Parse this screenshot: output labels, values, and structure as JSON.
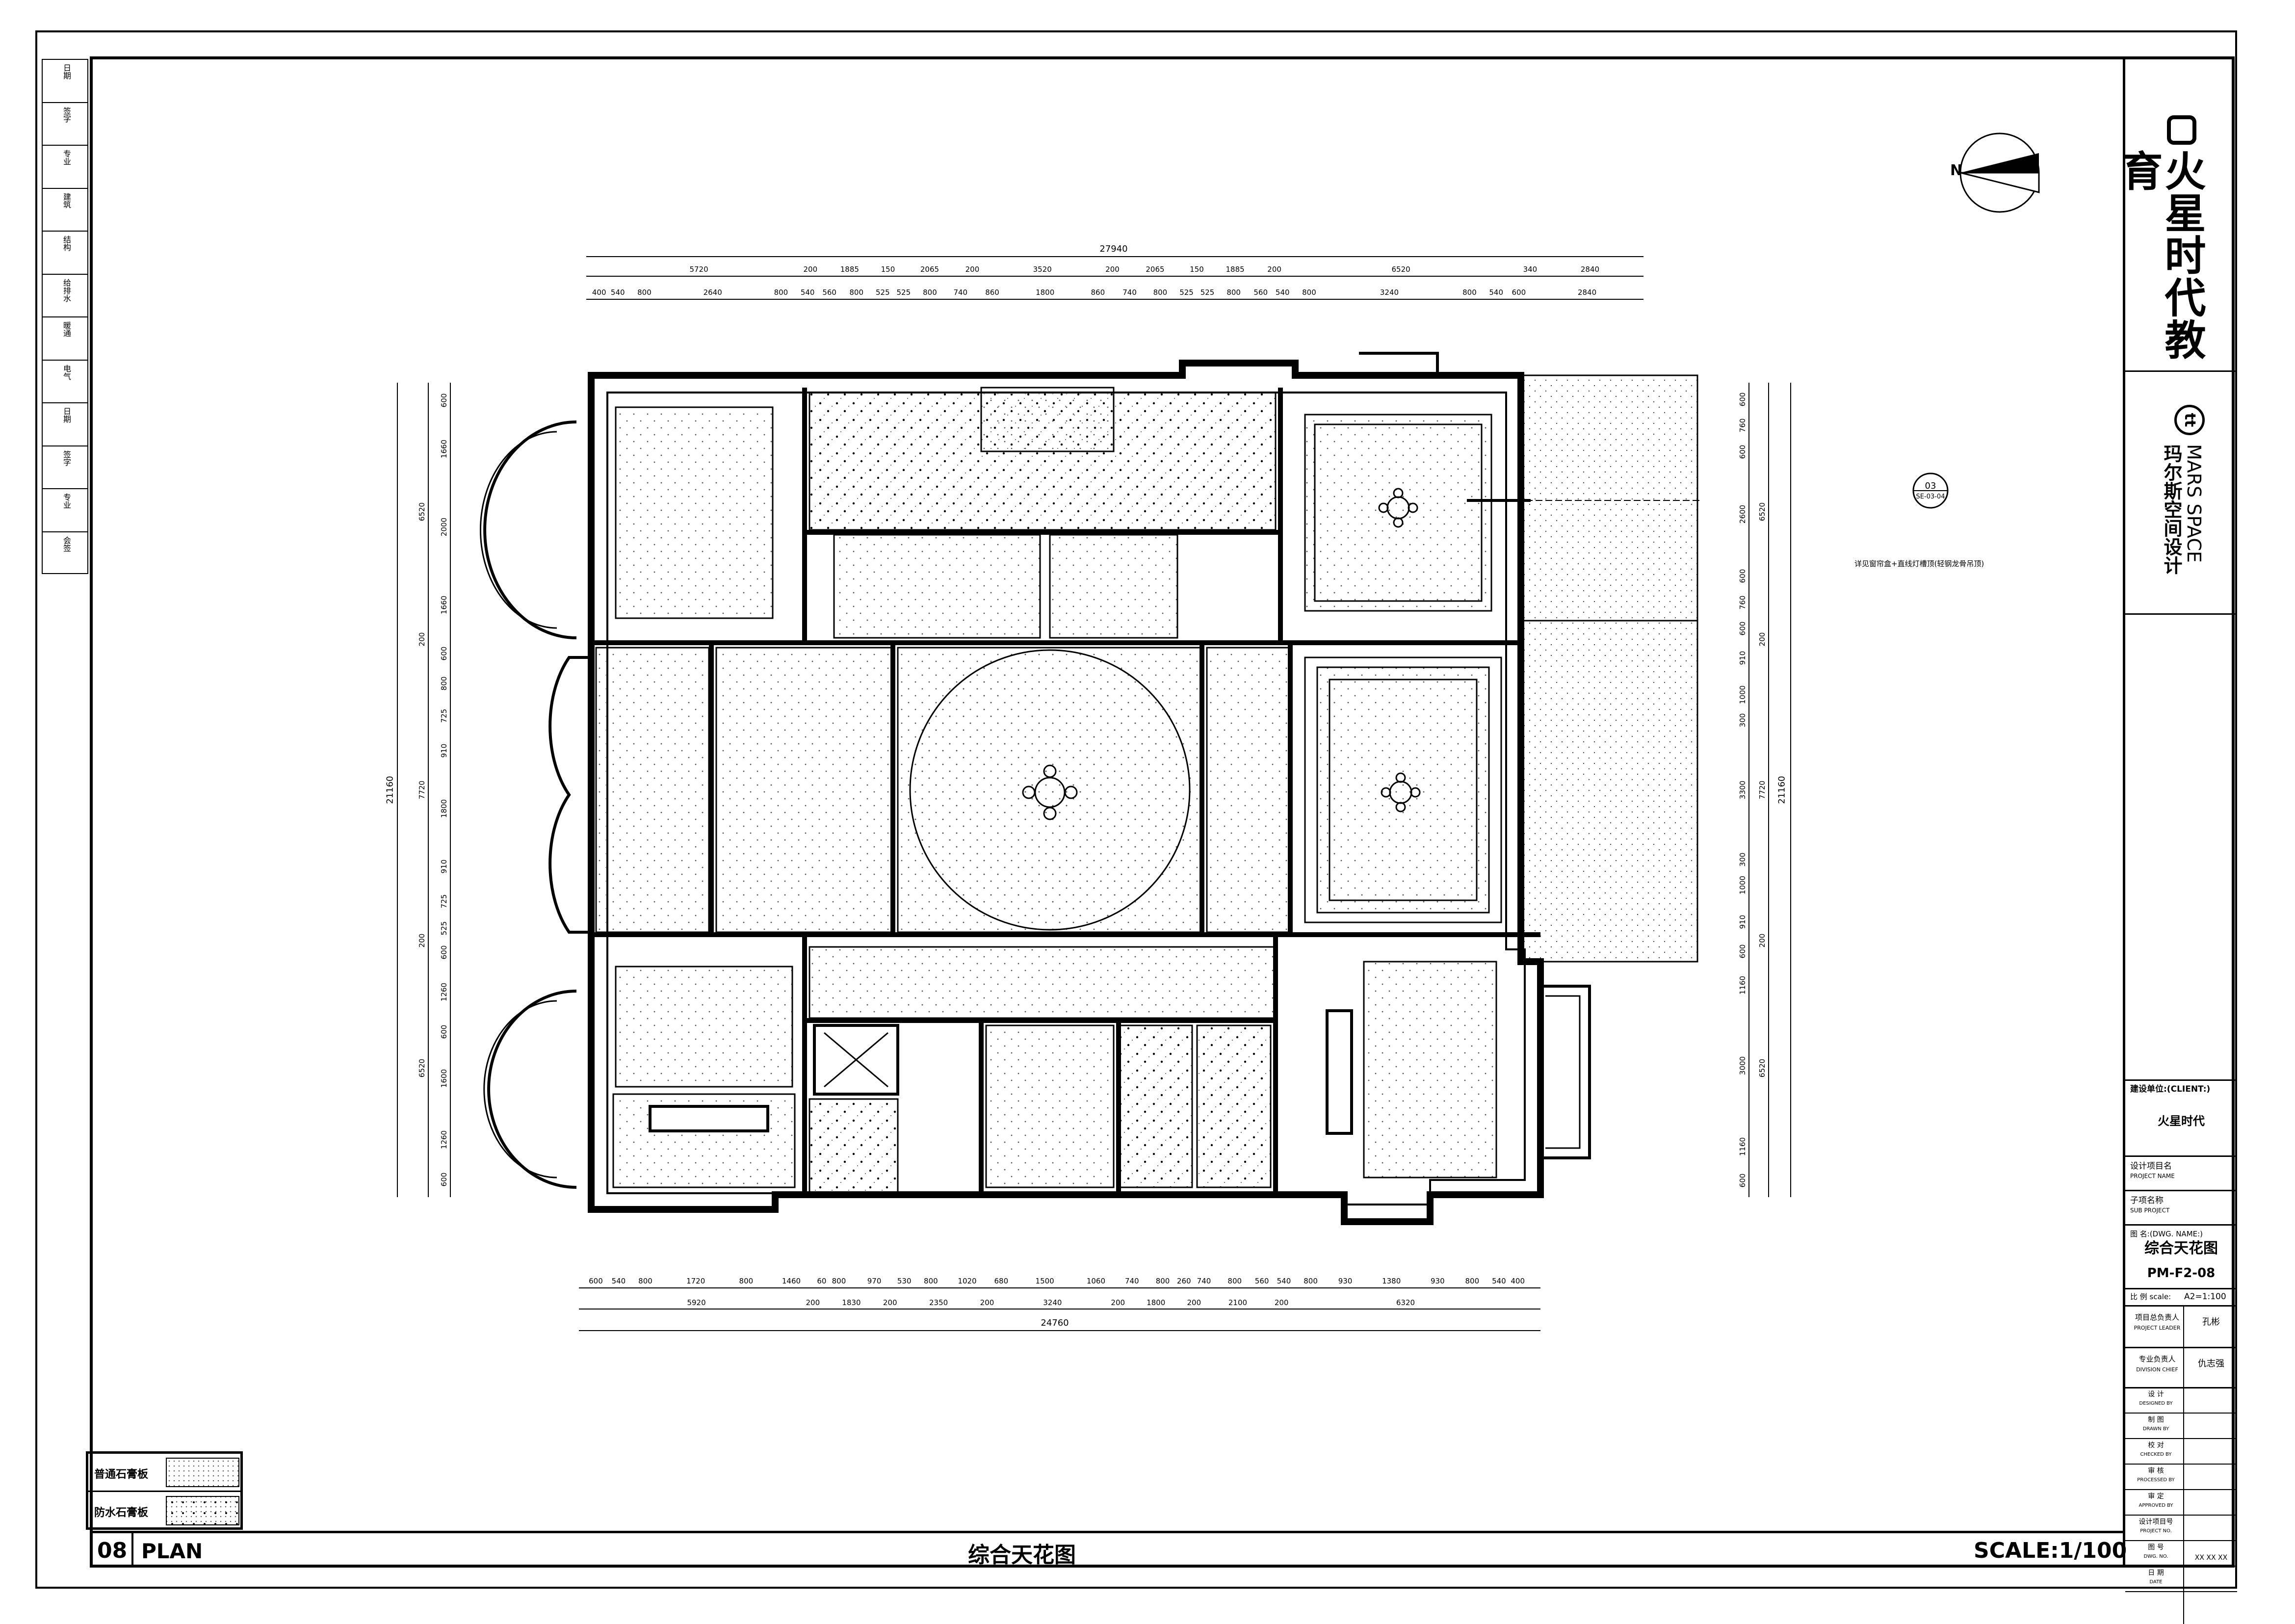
{
  "title_block": {
    "logo_text": "火星时代教育",
    "partner_brand": "MARS SPACE",
    "partner_sub": "玛尔斯空间设计",
    "client_label": "建设单位:(CLIENT:)",
    "client_name": "火星时代",
    "project_label": "设计项目名",
    "project_label_en": "PROJECT NAME",
    "sub_project_label": "子项名称",
    "sub_project_en": "SUB PROJECT",
    "drawing_label": "图    名:(DWG. NAME:)",
    "drawing_name": "综合天花图",
    "drawing_number": "PM-F2-08",
    "scale_label": "比  例 scale:",
    "scale_value": "A2=1:100",
    "leader_label": "项目总负责人",
    "leader_en": "PROJECT LEADER",
    "leader_name": "孔彬",
    "chief_label": "专业负责人",
    "chief_en": "DIVISION CHIEF",
    "chief_name": "仇志强",
    "rows": [
      {
        "cn": "设    计",
        "en": "DESIGNED BY"
      },
      {
        "cn": "制    图",
        "en": "DRAWN BY"
      },
      {
        "cn": "校    对",
        "en": "CHECKED BY"
      },
      {
        "cn": "审    核",
        "en": "PROCESSED BY"
      },
      {
        "cn": "审    定",
        "en": "APPROVED BY"
      },
      {
        "cn": "设计项目号",
        "en": "PROJECT NO."
      },
      {
        "cn": "图    号",
        "en": "DWG. NO."
      },
      {
        "cn": "日    期",
        "en": "DATE"
      }
    ],
    "date_value": "XX XX XX"
  },
  "left_strip": {
    "chars": [
      "日期",
      "签字",
      "专业",
      "建筑",
      "结构",
      "给排水",
      "暖通",
      "电气",
      "日期",
      "签字",
      "专业",
      "会签"
    ]
  },
  "legend": {
    "items": [
      {
        "label": "普通石膏板",
        "pattern": "normal"
      },
      {
        "label": "防水石膏板",
        "pattern": "water"
      }
    ]
  },
  "bottom_bar": {
    "sheet_no": "08",
    "plan_label": "PLAN",
    "drawing_title": "综合天花图",
    "scale_text": "SCALE:1/100"
  },
  "north_label": "N",
  "callout": {
    "number": "03",
    "ref": "SE-03-04",
    "note": "详见窗帘盒+直线灯槽顶(轻钢龙骨吊顶)"
  },
  "dimensions": {
    "top_total": "27940",
    "top_row1": [
      "5720",
      "200",
      "1885",
      "150",
      "2065",
      "200",
      "3520",
      "200",
      "2065",
      "150",
      "1885",
      "200",
      "6520",
      "340",
      "2840"
    ],
    "top_row2": [
      "400",
      "540",
      "800",
      "2640",
      "800",
      "540",
      "560",
      "800",
      "525",
      "525",
      "800",
      "740",
      "860",
      "1800",
      "860",
      "740",
      "800",
      "525",
      "525",
      "800",
      "560",
      "540",
      "800",
      "3240",
      "800",
      "540",
      "600",
      "2840"
    ],
    "bottom_row1": [
      "600",
      "540",
      "800",
      "1720",
      "800",
      "1460",
      "60",
      "800",
      "970",
      "530",
      "800",
      "1020",
      "680",
      "1500",
      "1060",
      "740",
      "800",
      "260",
      "740",
      "800",
      "560",
      "540",
      "800",
      "930",
      "1380",
      "930",
      "800",
      "540",
      "400"
    ],
    "bottom_row2": [
      "5920",
      "200",
      "1830",
      "200",
      "2350",
      "200",
      "3240",
      "200",
      "1800",
      "200",
      "2100",
      "200",
      "6320"
    ],
    "bottom_total": "24760",
    "left_total": "21160",
    "left_row1": [
      "6520",
      "200",
      "7720",
      "200",
      "6520"
    ],
    "left_row2": [
      "600",
      "1660",
      "2000",
      "1660",
      "600",
      "800",
      "725",
      "910",
      "1800",
      "910",
      "725",
      "525",
      "600",
      "1260",
      "600",
      "1600",
      "1260",
      "600"
    ],
    "right_total": "21160",
    "right_row1": [
      "6520",
      "200",
      "7720",
      "200",
      "6520"
    ],
    "right_row2": [
      "600",
      "760",
      "600",
      "2600",
      "600",
      "760",
      "600",
      "910",
      "1000",
      "300",
      "3300",
      "300",
      "1000",
      "910",
      "600",
      "1160",
      "3000",
      "1160",
      "600"
    ]
  }
}
